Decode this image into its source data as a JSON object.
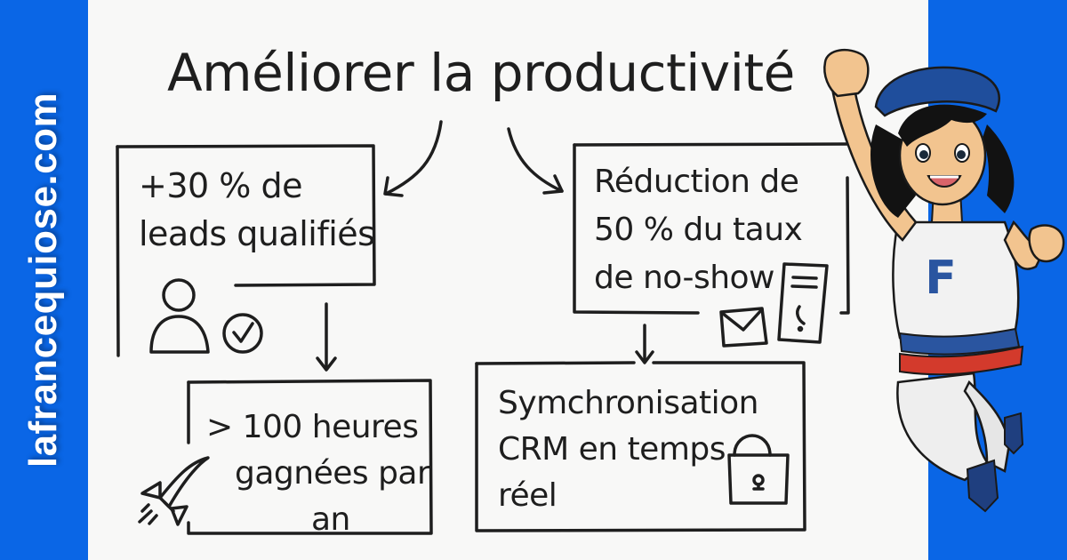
{
  "brand": {
    "text": "lafrancequiose.com",
    "color": "#0a66e6"
  },
  "title": "Améliorer la productivité",
  "nodes": {
    "leads": {
      "lines": [
        "+30 % de",
        "leads qualifiés"
      ],
      "icons": [
        "user-icon",
        "check-circle-icon"
      ]
    },
    "noshow": {
      "lines": [
        "Réduction de",
        "50 % du taux",
        "de no-show"
      ],
      "icons": [
        "envelope-icon",
        "phone-icon"
      ]
    },
    "hours": {
      "lines": [
        "> 100 heures",
        "gagnées par",
        "an"
      ],
      "icons": [
        "rocket-icon"
      ]
    },
    "crm": {
      "lines": [
        "Symchronisation",
        "CRM en temps",
        "réel"
      ],
      "icons": [
        "lock-icon"
      ]
    }
  },
  "mascot": {
    "shirt_letter": "F",
    "colors": {
      "beret": "#1f4e9c",
      "skin": "#f2c48f",
      "hair": "#121212",
      "blue_band": "#2a55a0",
      "red_band": "#d33a2c"
    }
  }
}
